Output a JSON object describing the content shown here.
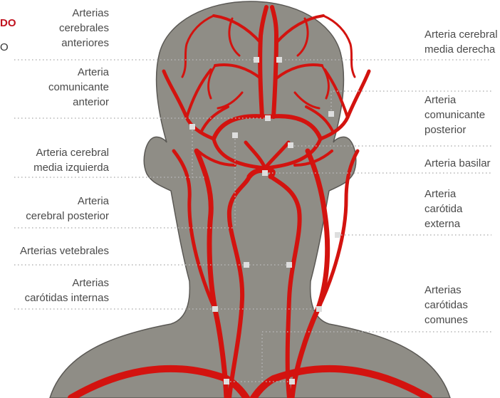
{
  "corner_text": {
    "line1": "DO",
    "line2": "O"
  },
  "colors": {
    "background": "#ffffff",
    "head": "#8f8d86",
    "head_outline": "#5a5854",
    "artery": "#d3130f",
    "leader": "#b5b5b5",
    "marker": "#dedede",
    "label_text": "#4a4a4a",
    "accent": "#c0121e"
  },
  "labels": {
    "cerebrales_anteriores": "Arterias\ncerebrales\nanteriores",
    "comunicante_anterior": "Arteria\ncomunicante\nanterior",
    "media_izquierda": "Arteria cerebral\nmedia izquierda",
    "cerebral_posterior": "Arteria\ncerebral posterior",
    "vertebrales": "Arterias vetebrales",
    "carotidas_internas": "Arterias\ncarótidas internas",
    "media_derecha": "Arteria cerebral\nmedia derecha",
    "comunicante_posterior": "Arteria\ncomunicante\nposterior",
    "basilar": "Arteria basilar",
    "carotida_externa": "Arteria\ncarótida\nexterna",
    "carotidas_comunes": "Arterias\ncarótidas\ncomunes"
  }
}
